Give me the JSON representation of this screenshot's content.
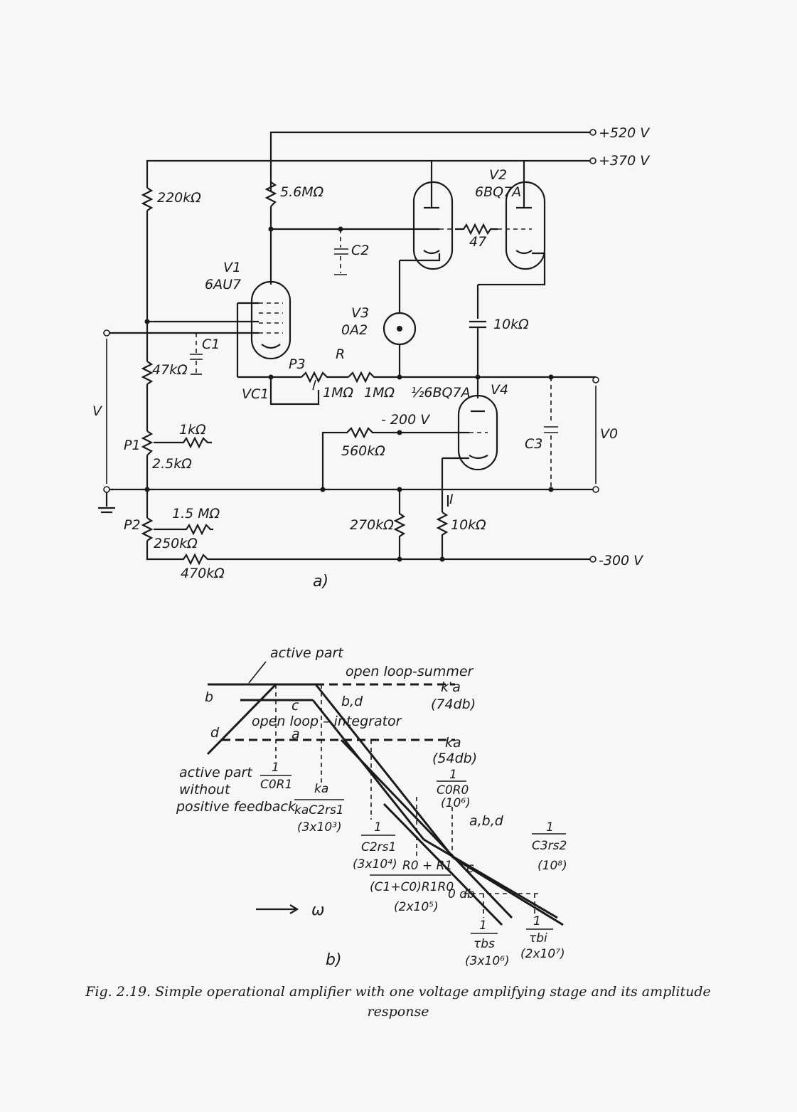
{
  "figure_caption": "Fig. 2.19. Simple operational amplifier with one voltage amplifying stage and its amplitude response",
  "part_a": {
    "panel_label": "a)",
    "supplies": {
      "plus520": "+520 V",
      "plus370": "+370 V",
      "minus300": "-300 V",
      "minus200": "- 200 V"
    },
    "tubes": {
      "v1_name": "V1",
      "v1_type": "6AU7",
      "v2_name": "V2",
      "v2_type": "6BQ7A",
      "v3_name": "V3",
      "v3_type": "0A2",
      "v4_name": "V4",
      "v4_type": "½6BQ7A"
    },
    "components": {
      "r220k": "220kΩ",
      "r56m": "5.6MΩ",
      "r47": "47",
      "c2": "C2",
      "r10k_top": "10kΩ",
      "c1": "C1",
      "r47k": "47kΩ",
      "p3": "P3",
      "r_label": "R",
      "r1m_a": "1MΩ",
      "r1m_b": "1MΩ",
      "vc1": "VC1",
      "r1k": "1kΩ",
      "p1": "P1",
      "r25k": "2.5kΩ",
      "r560k": "560kΩ",
      "c3": "C3",
      "vo": "V0",
      "v_in": "V",
      "r15m": "1.5 MΩ",
      "p2": "P2",
      "r250k": "250kΩ",
      "r270k": "270kΩ",
      "r10k_bot": "10kΩ",
      "i_label": "I",
      "r470k": "470kΩ"
    }
  },
  "part_b": {
    "panel_label": "b)",
    "labels": {
      "active_part": "active part",
      "open_loop_summer": "open loop-summer",
      "ka_prime": "k'a",
      "ka_prime_db": "(74db)",
      "b": "b",
      "c": "c",
      "bd": "b,d",
      "d": "d",
      "a": "a",
      "open_loop_integrator": "open loop  –  integrator",
      "ka": "ka",
      "ka_db": "(54db)",
      "active_part_without": "active part",
      "without": "without",
      "positive_feedback": "positive feedback",
      "one_c0r1": "1",
      "c0r1": "C0R1",
      "ka_num": "ka",
      "ka_c2rs1": "kaC2rs1",
      "ka_c2rs1_val": "(3x10³)",
      "one_c0r0": "1",
      "c0r0": "C0R0",
      "c0r0_val": "(10⁶)",
      "abd": "a,b,d",
      "one_c2rs1": "1",
      "c2rs1": "C2rs1",
      "c2rs1_val": "(3x10⁴)",
      "r0r1_num": "R0 + R1",
      "r0r1_den": "(C1+C0)R1R0",
      "r0r1_val": "(2x10⁵)",
      "zero_db": "0 db",
      "c_label": "c",
      "one_c3rs2": "1",
      "c3rs2": "C3rs2",
      "c3rs2_val": "(10⁸)",
      "one_tbs": "1",
      "tbs": "τbs",
      "tbs_val": "(3x10⁶)",
      "one_tbi": "1",
      "tbi": "τbi",
      "tbi_val": "(2x10⁷)",
      "omega": "ω"
    }
  }
}
